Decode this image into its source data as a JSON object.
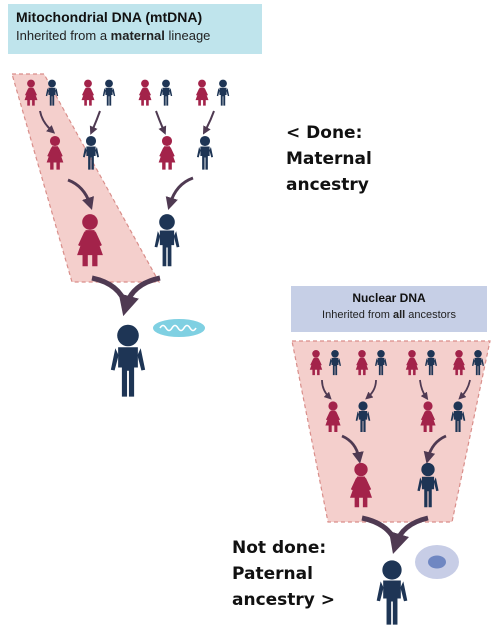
{
  "mtdna_panel": {
    "title": "Mitochondrial DNA (mtDNA)",
    "subtitle_before": "Inherited from a ",
    "subtitle_bold": "maternal",
    "subtitle_after": " lineage"
  },
  "nuclear_panel": {
    "title": "Nuclear DNA",
    "subtitle_before": "Inherited from ",
    "subtitle_bold": "all",
    "subtitle_after": " ancestors"
  },
  "notes": {
    "maternal": [
      "< Done:",
      "Maternal",
      "ancestry"
    ],
    "paternal": [
      "Not done:",
      "Paternal",
      "ancestry >"
    ]
  },
  "colors": {
    "female": "#a3234a",
    "male": "#1e3555",
    "arrow": "#4f3a52",
    "highlight_fill": "#f4cfcc",
    "highlight_border": "#d98e8a",
    "mt_banner": "#bfe4ec",
    "nuc_banner": "#c6cfe6",
    "mtdna_badge": "#7fd0e2",
    "nucleus_cell": "#c7cde6",
    "nucleus_core": "#6f87c2"
  },
  "icons": {
    "female_person": "female-person-icon",
    "male_person": "male-person-icon",
    "mtdna": "mtdna-icon",
    "nucleus": "cell-nucleus-icon"
  }
}
